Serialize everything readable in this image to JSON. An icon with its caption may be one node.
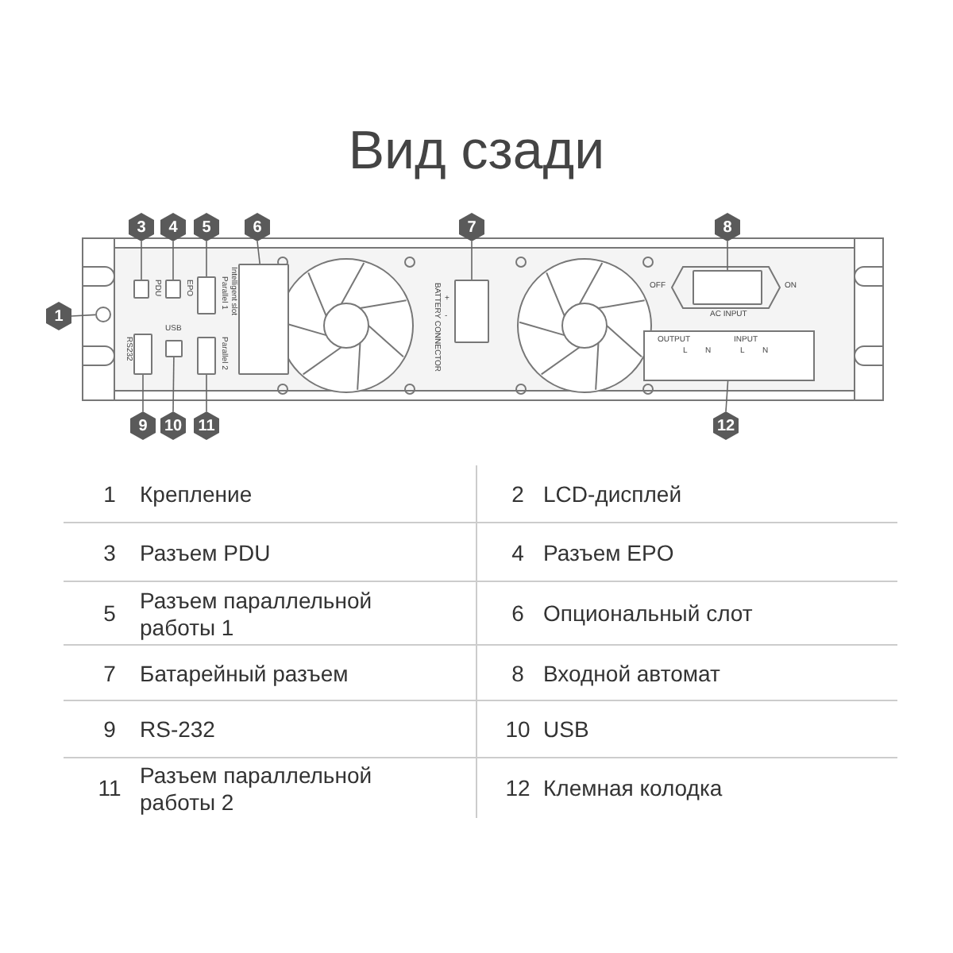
{
  "diagram": {
    "title": "Вид сзади",
    "nodes": [
      {
        "text": [
          "3"
        ]
      },
      {
        "text": [
          "4"
        ]
      },
      {
        "text": [
          "5"
        ]
      },
      {
        "text": [
          "6"
        ]
      },
      {
        "text": [
          "7"
        ]
      },
      {
        "text": [
          "8"
        ]
      },
      {
        "text": [
          "1"
        ]
      },
      {
        "text": [
          "9"
        ]
      },
      {
        "text": [
          "10"
        ]
      },
      {
        "text": [
          "11"
        ]
      },
      {
        "text": [
          "12"
        ]
      },
      {
        "text": [],
        "shape": "box",
        "beside": [
          "PDU"
        ]
      },
      {
        "text": [],
        "shape": "box",
        "beside": [
          "EPO"
        ]
      },
      {
        "text": [],
        "shape": "box",
        "beside": [
          "Parallel 1"
        ]
      },
      {
        "text": [],
        "shape": "box",
        "beside": [
          "Intelligent slot"
        ]
      },
      {
        "text": [],
        "shape": "box",
        "beside": [
          "BATTERY CONNECTOR",
          "+",
          "-"
        ]
      },
      {
        "text": [],
        "shape": "box",
        "beside": [
          "OFF",
          "ON",
          "AC INPUT"
        ]
      },
      {
        "text": [],
        "shape": "circle"
      },
      {
        "text": [],
        "shape": "box",
        "beside": [
          "RS232"
        ]
      },
      {
        "text": [],
        "shape": "box",
        "beside": [
          "USB"
        ]
      },
      {
        "text": [],
        "shape": "box",
        "beside": [
          "Parallel 2"
        ]
      },
      {
        "text": [
          "OUTPUT",
          "INPUT",
          "L",
          "N",
          "L",
          "N"
        ]
      }
    ],
    "edges": [
      {
        "from": 0,
        "to": 11,
        "arrow": "none"
      },
      {
        "from": 1,
        "to": 12,
        "arrow": "none"
      },
      {
        "from": 2,
        "to": 13,
        "arrow": "none"
      },
      {
        "from": 3,
        "to": 14,
        "arrow": "none"
      },
      {
        "from": 4,
        "to": 15,
        "arrow": "none"
      },
      {
        "from": 5,
        "to": 16,
        "arrow": "none"
      },
      {
        "from": 6,
        "to": 17,
        "arrow": "none"
      },
      {
        "from": 7,
        "to": 18,
        "arrow": "none"
      },
      {
        "from": 8,
        "to": 19,
        "arrow": "none"
      },
      {
        "from": 9,
        "to": 20,
        "arrow": "none"
      },
      {
        "from": 10,
        "to": 21,
        "arrow": "none"
      }
    ],
    "labels": [
      "1",
      "Крепление",
      "2",
      "LCD-дисплей",
      "3",
      "Разъем PDU",
      "4",
      "Разъем EPO",
      "5",
      "Разъем параллельной работы 1",
      "6",
      "Опциональный слот",
      "7",
      "Батарейный разъем",
      "8",
      "Входной автомат",
      "9",
      "RS-232",
      "10",
      "USB",
      "11",
      "Разъем параллельной работы 2",
      "12",
      "Клемная колодка"
    ]
  }
}
